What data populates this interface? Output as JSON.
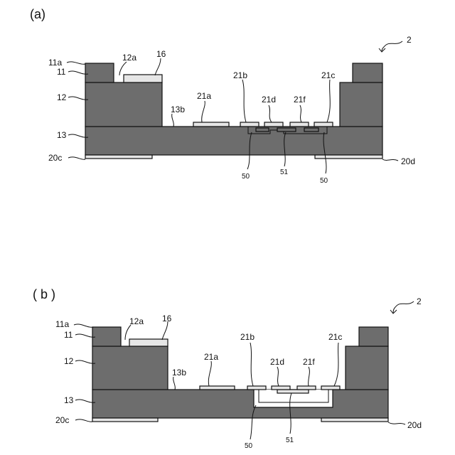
{
  "panel_a": {
    "title": "(a)",
    "labels": {
      "l2": "2",
      "l11a": "11a",
      "l11": "11",
      "l12": "12",
      "l12a": "12a",
      "l16": "16",
      "l13": "13",
      "l13b": "13b",
      "l20c": "20c",
      "l20d": "20d",
      "l21a": "21a",
      "l21b": "21b",
      "l21c": "21c",
      "l21d": "21d",
      "l21f": "21f",
      "l50_left": "50",
      "l50_right": "50",
      "l51": "51"
    }
  },
  "panel_b": {
    "title": "( b )",
    "labels": {
      "l2": "2",
      "l11a": "11a",
      "l11": "11",
      "l12": "12",
      "l12a": "12a",
      "l16": "16",
      "l13": "13",
      "l13b": "13b",
      "l20c": "20c",
      "l20d": "20d",
      "l21a": "21a",
      "l21b": "21b",
      "l21c": "21c",
      "l21d": "21d",
      "l21f": "21f",
      "l50": "50",
      "l51": "51"
    }
  },
  "colors": {
    "layer": "#6d6d6d",
    "light_pad": "#e6e6e6",
    "outline": "#111111"
  }
}
